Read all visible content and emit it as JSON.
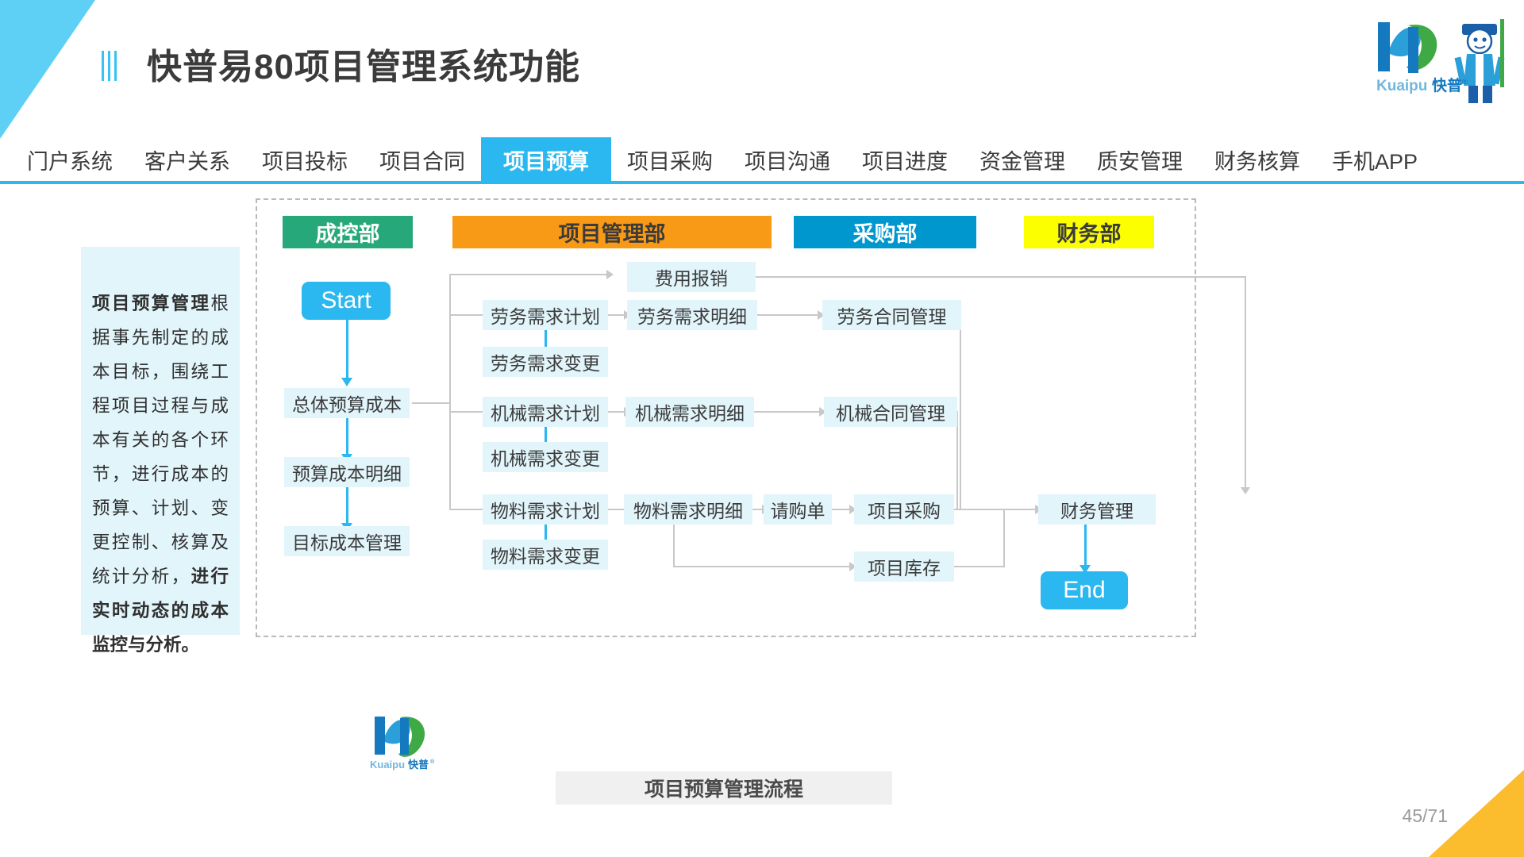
{
  "header": {
    "title": "快普易80项目管理系统功能",
    "accent_color": "#2bb7ef",
    "logo_text": "Kuaipu",
    "logo_cn": "快普"
  },
  "nav": {
    "items": [
      {
        "label": "门户系统",
        "active": false
      },
      {
        "label": "客户关系",
        "active": false
      },
      {
        "label": "项目投标",
        "active": false
      },
      {
        "label": "项目合同",
        "active": false
      },
      {
        "label": "项目预算",
        "active": true
      },
      {
        "label": "项目采购",
        "active": false
      },
      {
        "label": "项目沟通",
        "active": false
      },
      {
        "label": "项目进度",
        "active": false
      },
      {
        "label": "资金管理",
        "active": false
      },
      {
        "label": "质安管理",
        "active": false
      },
      {
        "label": "财务核算",
        "active": false
      },
      {
        "label": "手机APP",
        "active": false
      }
    ]
  },
  "description": {
    "lead": "项目预算管理",
    "body": "根据事先制定的成本目标，围绕工程项目过程与成本有关的各个环节，进行成本的预算、计划、变更控制、核算及统计分析，",
    "tail": "进行实时动态的成本监控与分析。"
  },
  "departments": [
    {
      "name": "成控部",
      "color": "#26a87a",
      "text_color": "#ffffff"
    },
    {
      "name": "项目管理部",
      "color": "#f99a16",
      "text_color": "#3b3b3b"
    },
    {
      "name": "采购部",
      "color": "#0096ce",
      "text_color": "#ffffff"
    },
    {
      "name": "财务部",
      "color": "#fbff00",
      "text_color": "#3b3b3b"
    }
  ],
  "flow": {
    "start": "Start",
    "end": "End",
    "nodes": {
      "overall_budget_cost": "总体预算成本",
      "budget_cost_detail": "预算成本明细",
      "target_cost_mgmt": "目标成本管理",
      "expense_reimbursement": "费用报销",
      "labor_demand_plan": "劳务需求计划",
      "labor_demand_detail": "劳务需求明细",
      "labor_contract_mgmt": "劳务合同管理",
      "labor_demand_change": "劳务需求变更",
      "machine_demand_plan": "机械需求计划",
      "machine_demand_detail": "机械需求明细",
      "machine_contract_mgmt": "机械合同管理",
      "machine_demand_change": "机械需求变更",
      "material_demand_plan": "物料需求计划",
      "material_demand_detail": "物料需求明细",
      "purchase_request": "请购单",
      "project_purchase": "项目采购",
      "material_demand_change": "物料需求变更",
      "project_inventory": "项目库存",
      "finance_mgmt": "财务管理"
    }
  },
  "caption": "项目预算管理流程",
  "page_number": "45/71"
}
